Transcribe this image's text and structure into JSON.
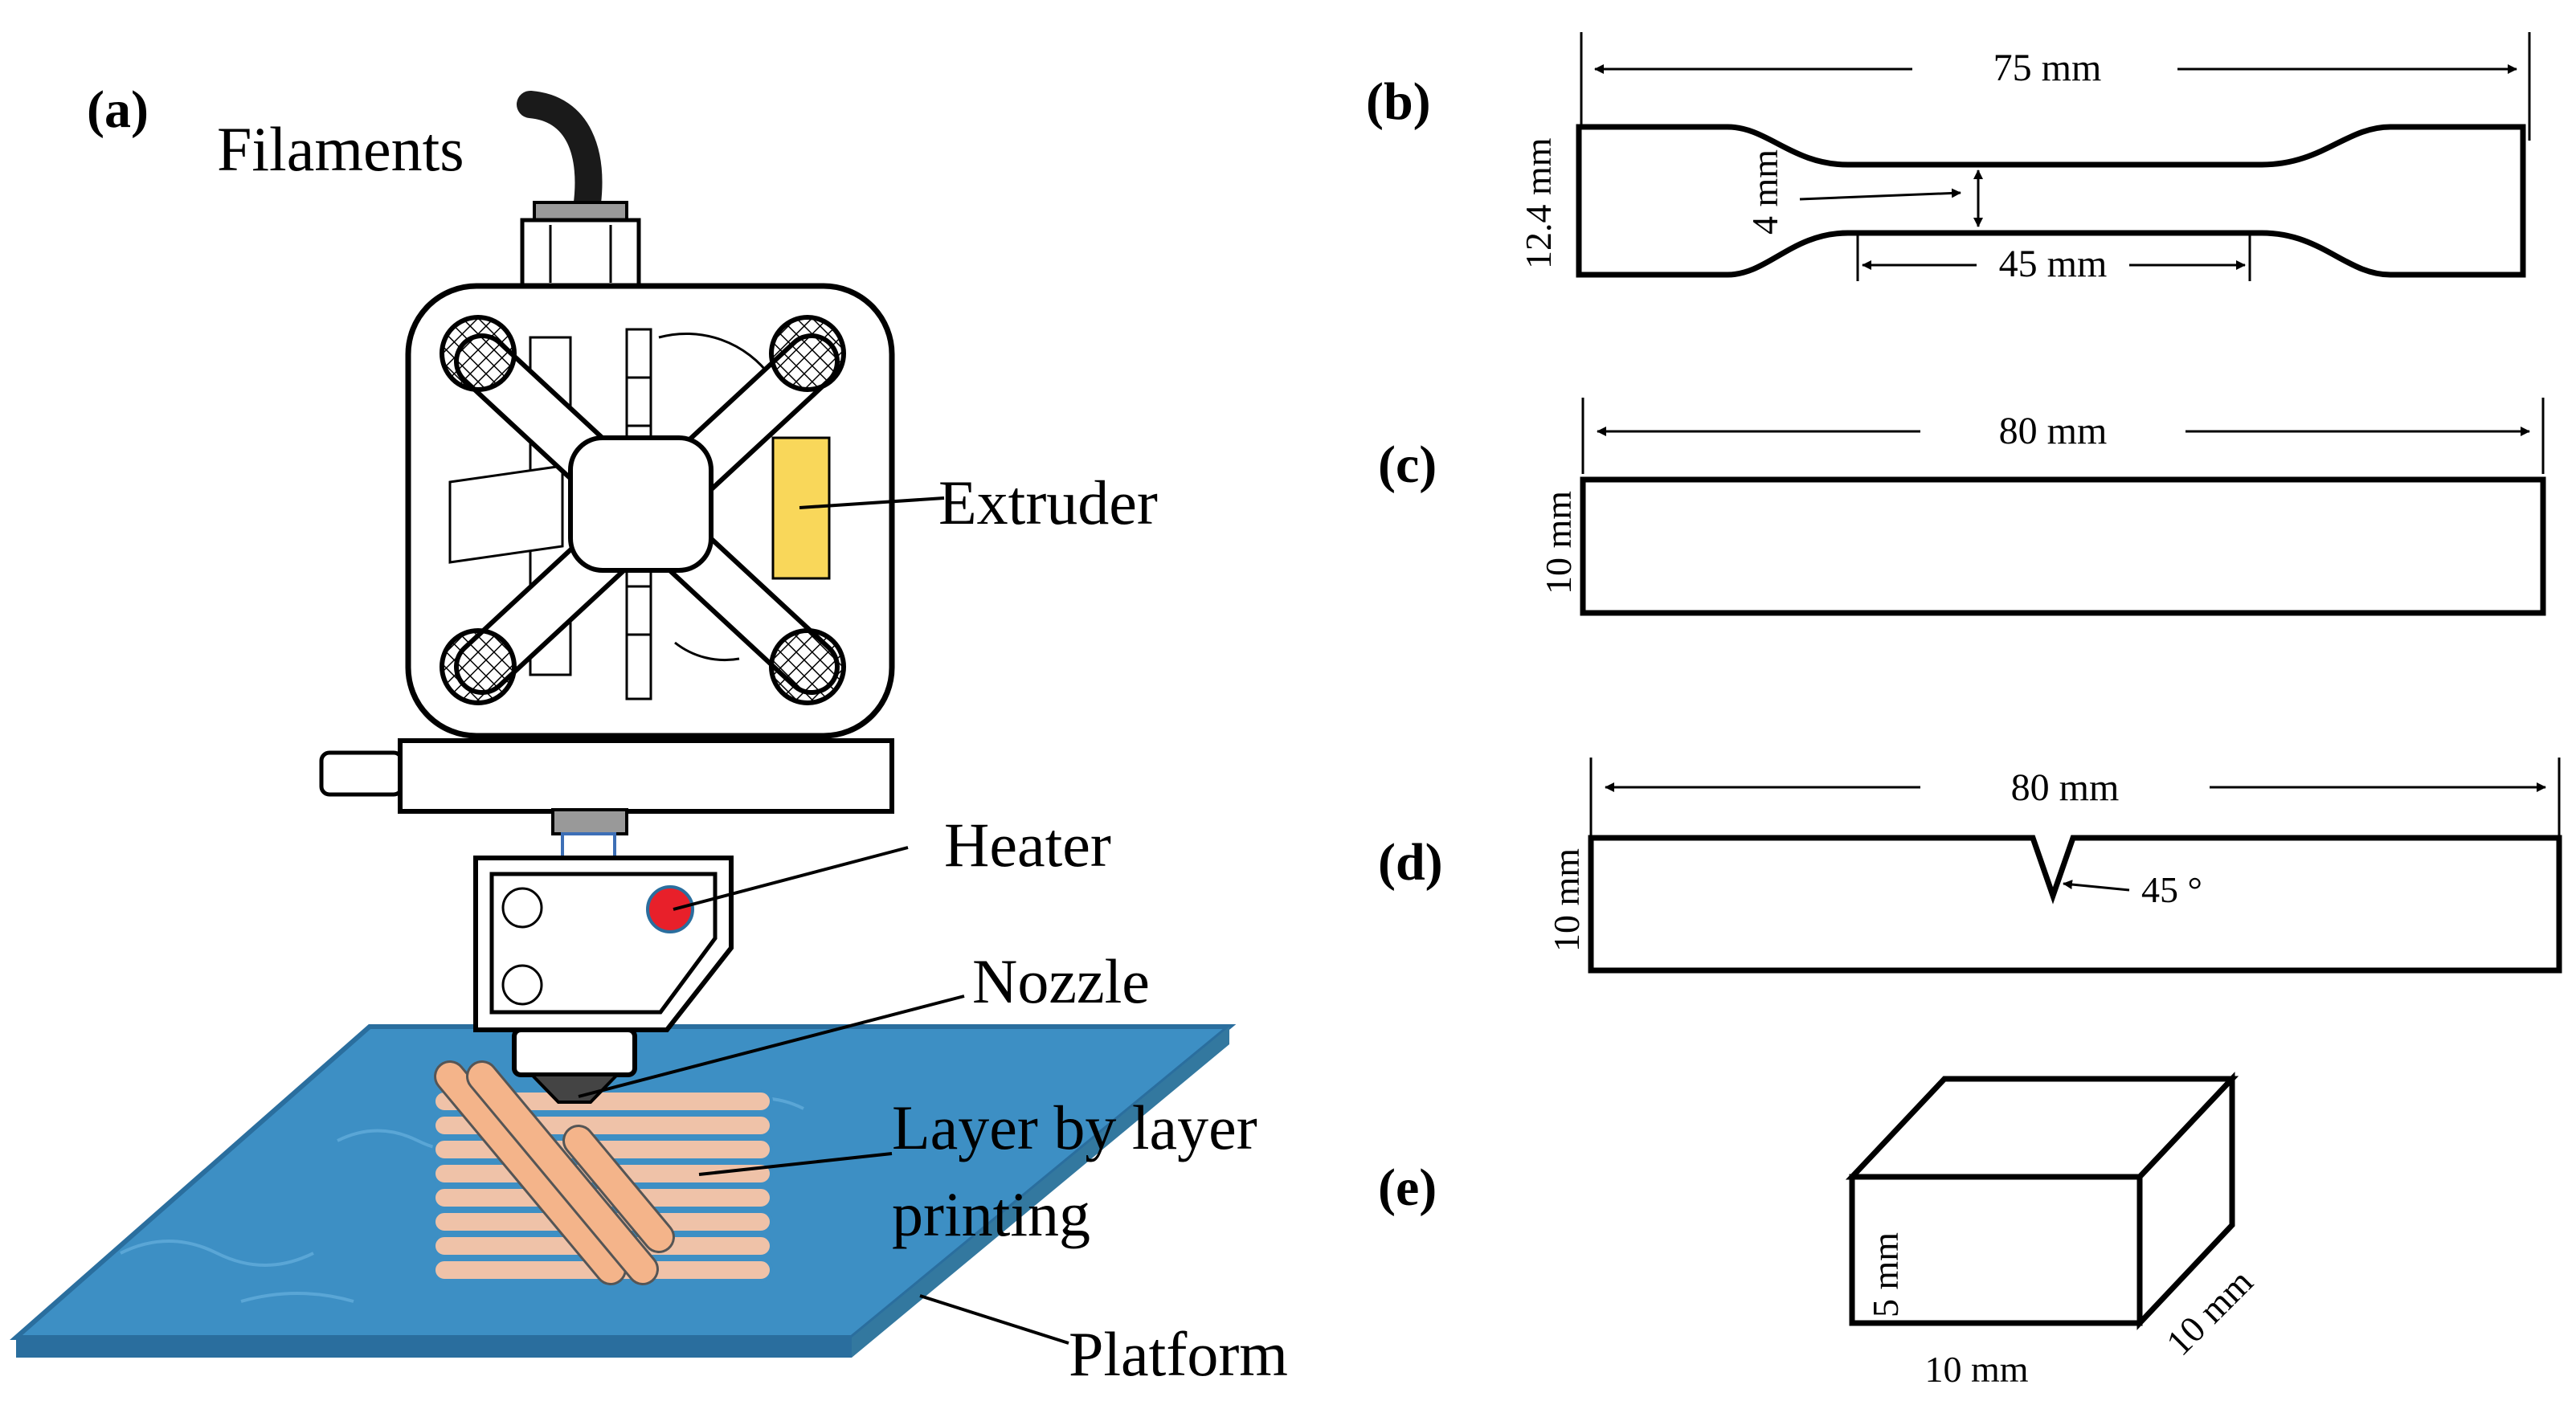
{
  "panels": {
    "a": {
      "label": "(a)",
      "callouts": {
        "filaments": "Filaments",
        "extruder": "Extruder",
        "heater": "Heater",
        "nozzle": "Nozzle",
        "layer_line1": "Layer by layer",
        "layer_line2": "printing",
        "platform": "Platform"
      },
      "colors": {
        "platform": "#3d8fc4",
        "platform_edge": "#2a6e9e",
        "extruder_block": "#f9d75a",
        "heater_dot": "#e8202a",
        "filament": "#f4b48a",
        "filament_layer": "#efc2a8",
        "cable": "#1a1a1a"
      }
    },
    "b": {
      "label": "(b)",
      "overall_length": "75 mm",
      "gauge_length": "45 mm",
      "grip_width": "12.4 mm",
      "gauge_width": "4 mm"
    },
    "c": {
      "label": "(c)",
      "length": "80 mm",
      "width": "10 mm"
    },
    "d": {
      "label": "(d)",
      "length": "80 mm",
      "width": "10 mm",
      "notch_angle": "45 °"
    },
    "e": {
      "label": "(e)",
      "height": "5 mm",
      "width": "10 mm",
      "depth": "10 mm"
    }
  }
}
